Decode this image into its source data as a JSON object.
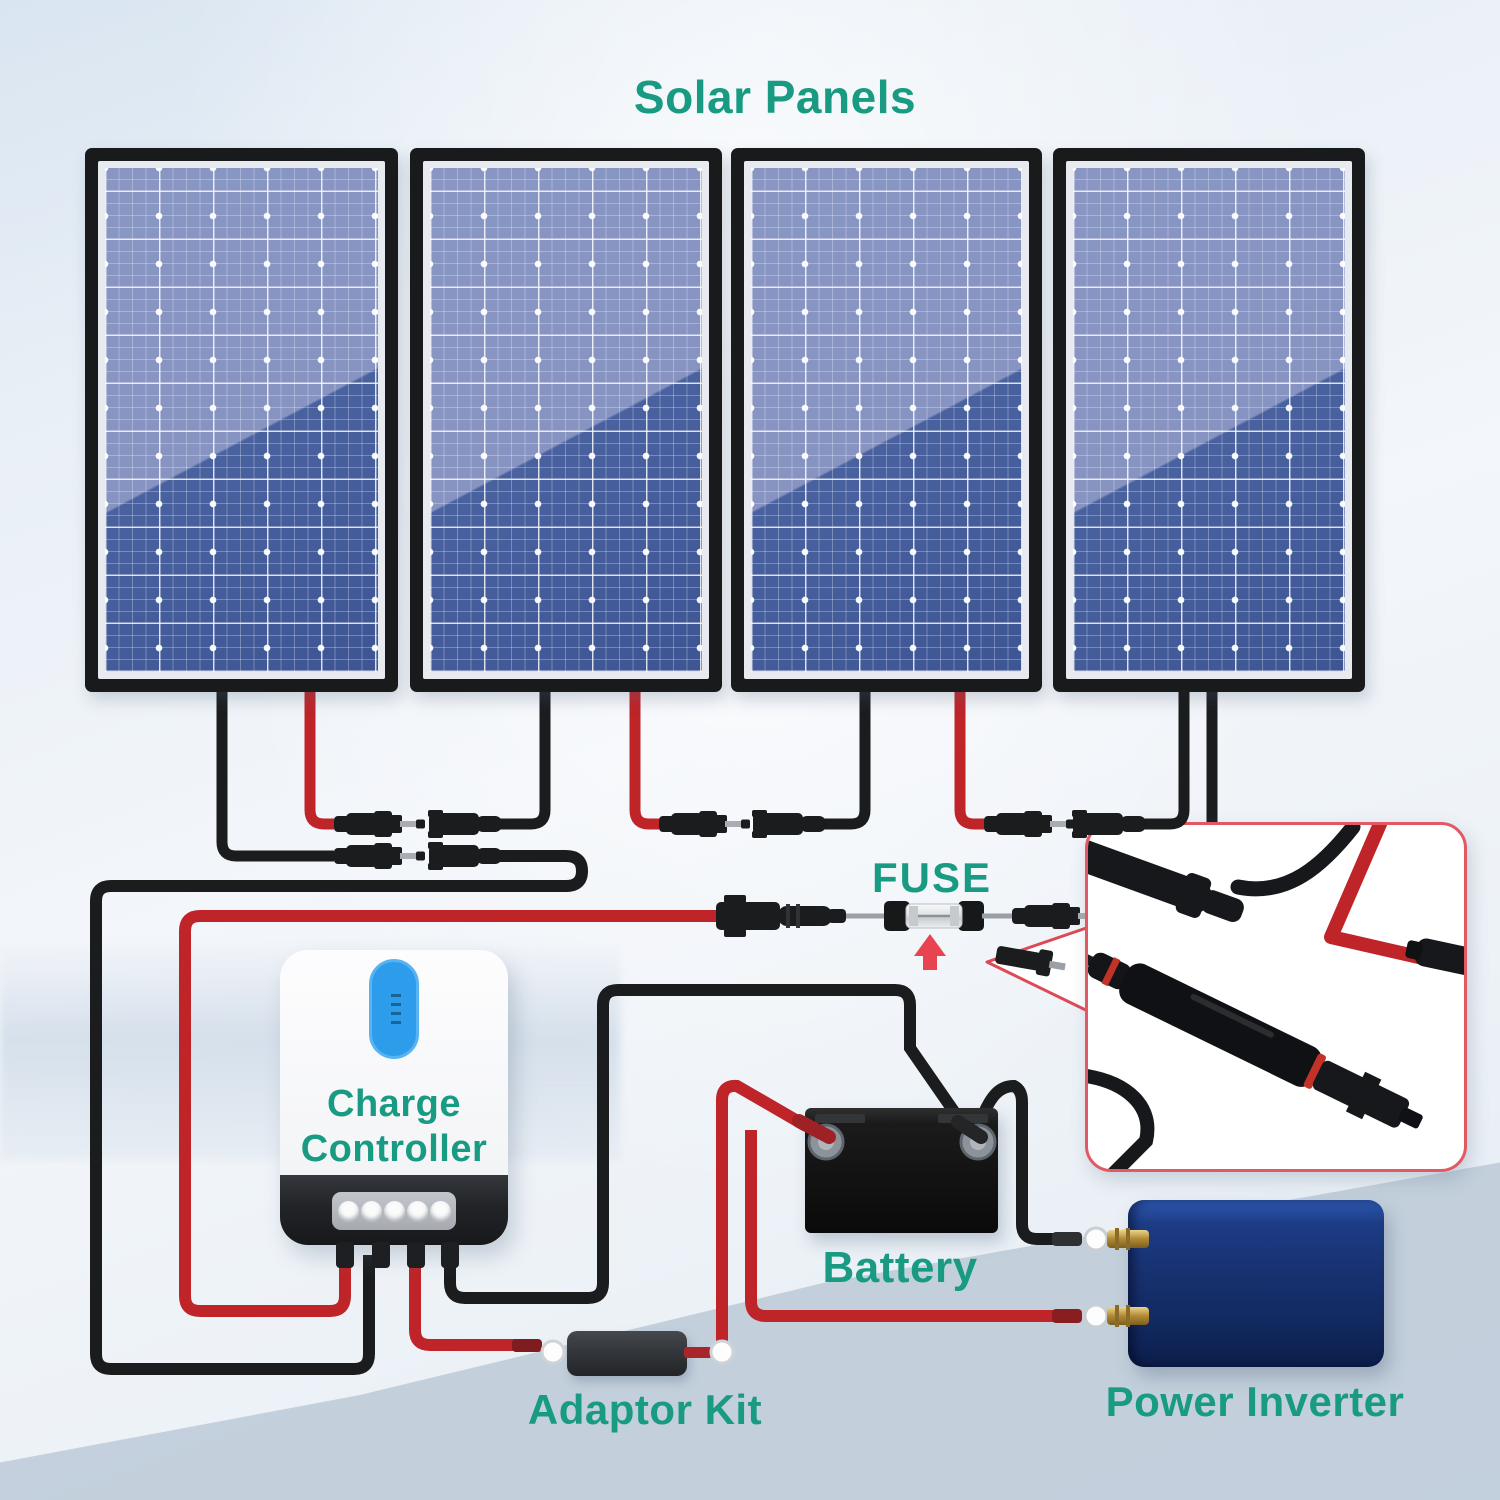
{
  "title": "Solar Panels",
  "labels": {
    "fuse": "FUSE",
    "charge_controller": [
      "Charge",
      "Controller"
    ],
    "battery": "Battery",
    "adaptor_kit": "Adaptor Kit",
    "power_inverter": "Power Inverter"
  },
  "components": {
    "solar_panel_count": 4,
    "items": [
      "solar-panels",
      "mc4-connectors",
      "inline-fuse",
      "charge-controller",
      "battery",
      "adaptor-kit",
      "power-inverter",
      "connector-closeup-inset"
    ]
  },
  "colors": {
    "label_teal": "#189b82",
    "wire_red": "#bf2428",
    "wire_black": "#1b1c1e",
    "panel_cell_light": "#8794c2",
    "panel_cell_dark": "#3e5593",
    "controller_button_blue": "#2d9cea",
    "inverter_blue": "#17316f",
    "inset_border_red": "#e25964",
    "arrow_red": "#e84450"
  }
}
